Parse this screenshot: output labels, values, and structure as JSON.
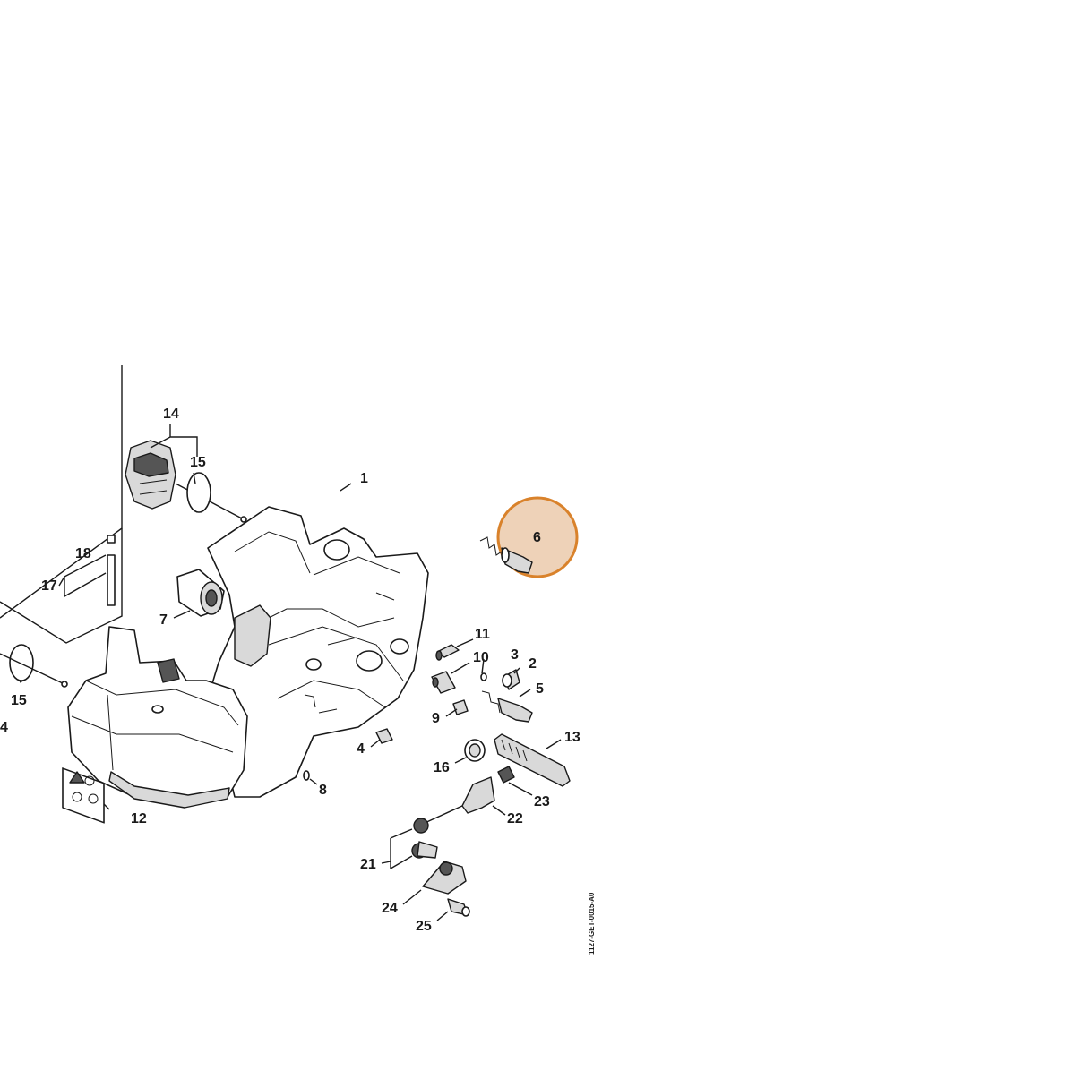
{
  "diagram": {
    "reference_code": "1127-GET-0015-A0",
    "highlight": {
      "label": "6",
      "color": "#d9822b",
      "fill": "#e8c3a0"
    },
    "callouts": [
      {
        "id": "c1",
        "label": "1"
      },
      {
        "id": "c2",
        "label": "2"
      },
      {
        "id": "c3",
        "label": "3"
      },
      {
        "id": "c4a",
        "label": "4"
      },
      {
        "id": "c4b",
        "label": "4"
      },
      {
        "id": "c5",
        "label": "5"
      },
      {
        "id": "c6",
        "label": "6"
      },
      {
        "id": "c7",
        "label": "7"
      },
      {
        "id": "c8",
        "label": "8"
      },
      {
        "id": "c9",
        "label": "9"
      },
      {
        "id": "c10",
        "label": "10"
      },
      {
        "id": "c11",
        "label": "11"
      },
      {
        "id": "c12",
        "label": "12"
      },
      {
        "id": "c13",
        "label": "13"
      },
      {
        "id": "c14",
        "label": "14"
      },
      {
        "id": "c15a",
        "label": "15"
      },
      {
        "id": "c15b",
        "label": "15"
      },
      {
        "id": "c16",
        "label": "16"
      },
      {
        "id": "c17",
        "label": "17"
      },
      {
        "id": "c18",
        "label": "18"
      },
      {
        "id": "c21",
        "label": "21"
      },
      {
        "id": "c22",
        "label": "22"
      },
      {
        "id": "c23",
        "label": "23"
      },
      {
        "id": "c24",
        "label": "24"
      },
      {
        "id": "c25",
        "label": "25"
      }
    ]
  }
}
